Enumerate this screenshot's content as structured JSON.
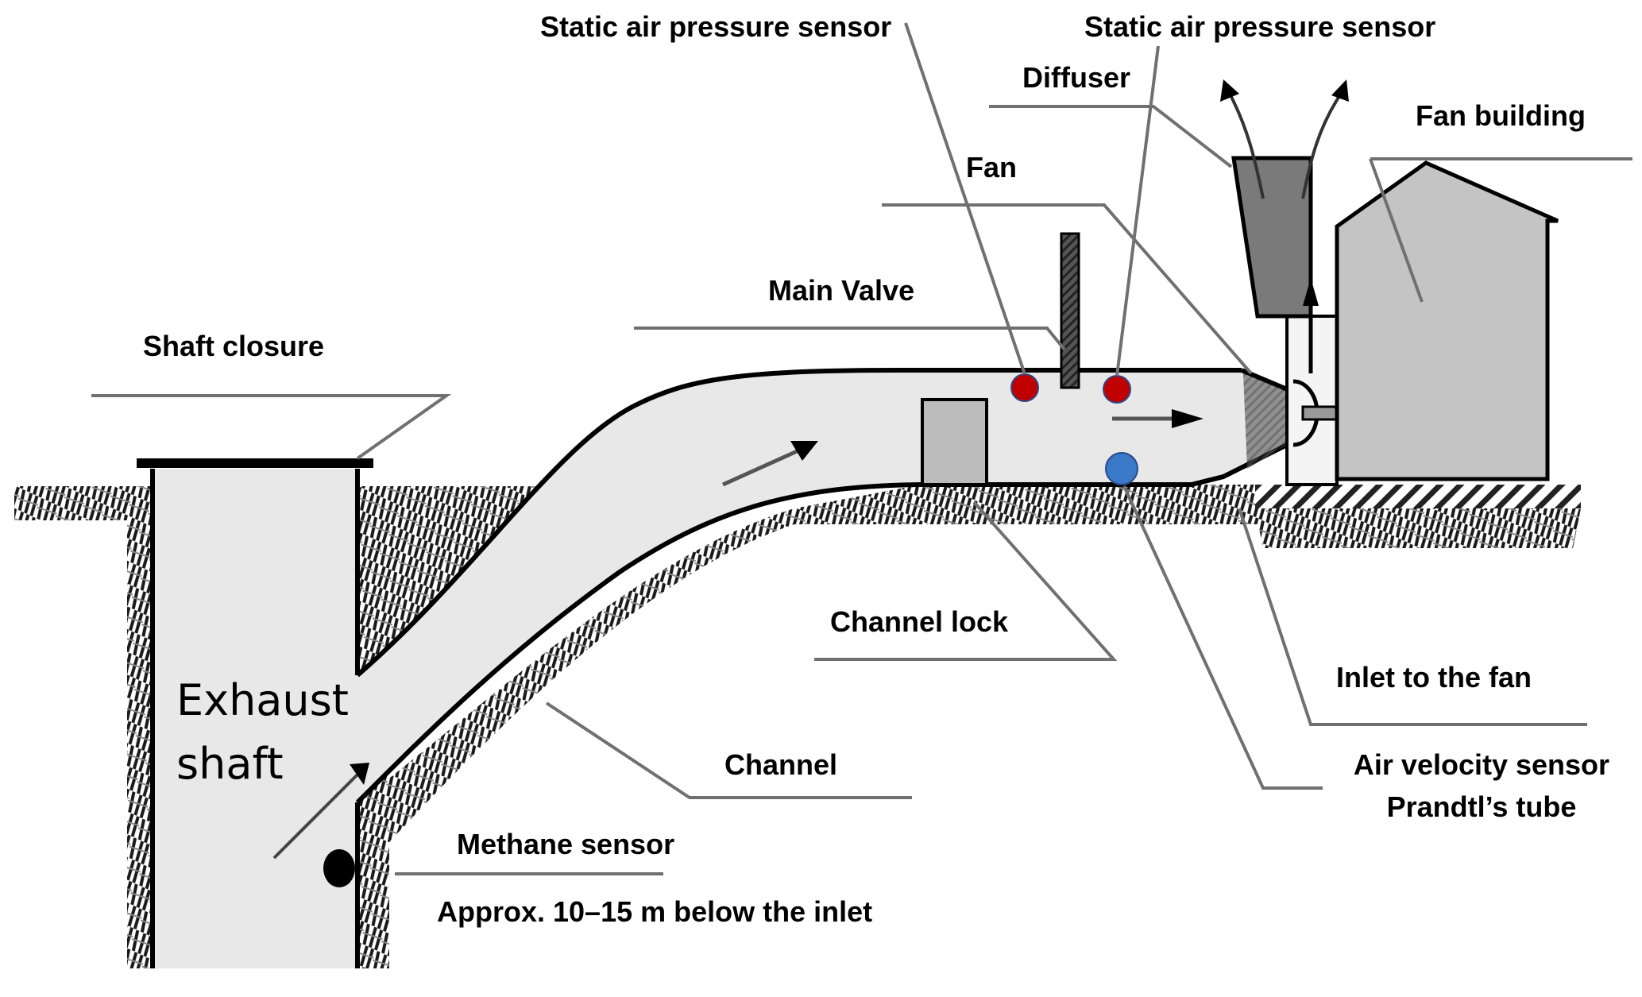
{
  "diagram": {
    "title": "Mine ventilation exhaust shaft and main fan station",
    "labels": {
      "static_sensor_1": "Static air pressure sensor",
      "static_sensor_2": "Static air pressure sensor",
      "diffuser": "Diffuser",
      "fan_building": "Fan building",
      "fan": "Fan",
      "main_valve": "Main Valve",
      "shaft_closure": "Shaft closure",
      "channel_lock": "Channel lock",
      "inlet_to_fan": "Inlet to the fan",
      "channel": "Channel",
      "air_velocity_sensor_line1": "Air velocity sensor",
      "air_velocity_sensor_line2": "Prandtl’s tube",
      "methane_sensor": "Methane sensor",
      "methane_note": "Approx. 10–15 m below the inlet",
      "exhaust_shaft_line1": "Exhaust",
      "exhaust_shaft_line2": "shaft"
    },
    "colors": {
      "static_pressure_sensor": "#c00000",
      "air_velocity_sensor": "#3a78c8",
      "methane_sensor": "#000000",
      "air_fill": "#e8e8e8",
      "diffuser_fill": "#7a7a7a",
      "building_fill": "#c4c4c4",
      "leader_line": "#707070"
    }
  }
}
